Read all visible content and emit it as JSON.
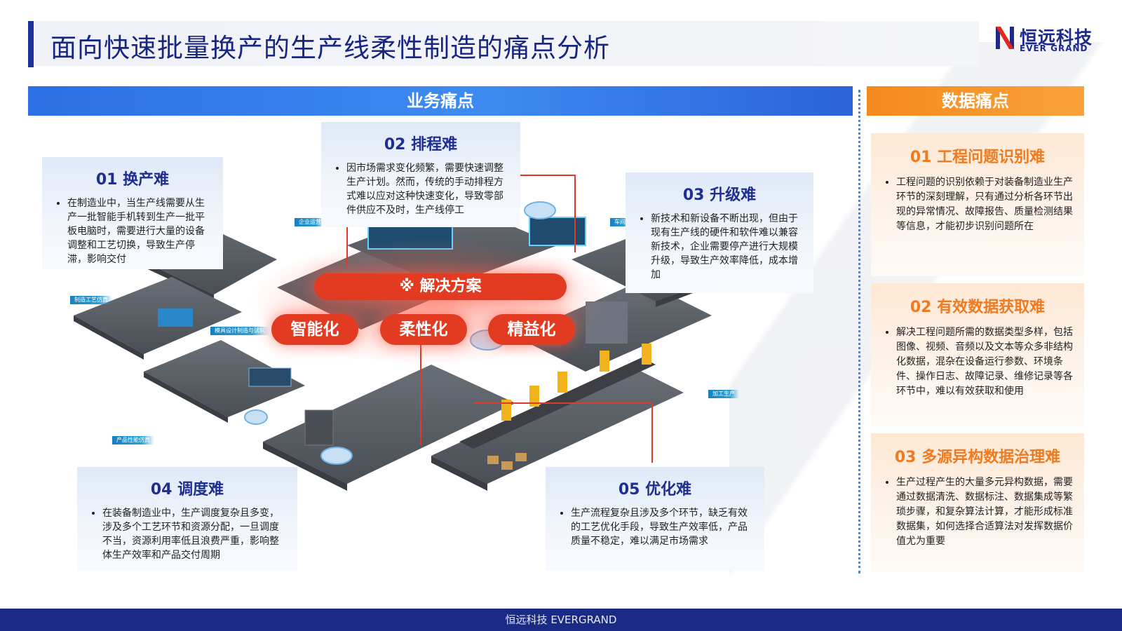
{
  "title": "面向快速批量换产的生产线柔性制造的痛点分析",
  "logo": {
    "cn": "恒远科技",
    "en": "EVER GRAND"
  },
  "sections": {
    "business": "业务痛点",
    "data": "数据痛点"
  },
  "business_cards": [
    {
      "title": "01 换产难",
      "text": "在制造业中，当生产线需要从生产一批智能手机转到生产一批平板电脑时，需要进行大量的设备调整和工艺切换，导致生产停滞，影响交付"
    },
    {
      "title": "02 排程难",
      "text": "因市场需求变化频繁，需要快速调整生产计划。然而，传统的手动排程方式难以应对这种快速变化，导致零部件供应不及时，生产线停工"
    },
    {
      "title": "03 升级难",
      "text": "新技术和新设备不断出现，但由于现有生产线的硬件和软件难以兼容新技术，企业需要停产进行大规模升级，导致生产效率降低，成本增加"
    },
    {
      "title": "04 调度难",
      "text": "在装备制造业中，生产调度复杂且多变，涉及多个工艺环节和资源分配，一旦调度不当，资源利用率低且浪费严重，影响整体生产效率和产品交付周期"
    },
    {
      "title": "05 优化难",
      "text": "生产流程复杂且涉及多个环节，缺乏有效的工艺优化手段，导致生产效率低，产品质量不稳定，难以满足市场需求"
    }
  ],
  "data_cards": [
    {
      "title": "01 工程问题识别难",
      "text": "工程问题的识别依赖于对装备制造业生产环节的深刻理解，只有通过分析各环节出现的异常情况、故障报告、质量检测结果等信息，才能初步识别问题所在"
    },
    {
      "title": "02 有效数据获取难",
      "text": "解决工程问题所需的数据类型多样，包括图像、视频、音频以及文本等众多非结构化数据，混杂在设备运行参数、环境条件、操作日志、故障记录、维修记录等各环节中，难以有效获取和使用"
    },
    {
      "title": "03 多源异构数据治理难",
      "text": "生产过程产生的大量多元异构数据，需要通过数据清洗、数据标注、数据集成等繁琐步骤，和复杂算法计算，才能形成标准数据集，如何选择合适算法对发挥数据价值尤为重要"
    }
  ],
  "solution": {
    "main": "※ 解决方案",
    "items": [
      "智能化",
      "柔性化",
      "精益化"
    ]
  },
  "scene_tags": [
    "企业运营",
    "车间",
    "制造工艺仿真",
    "模具设计制造与试制",
    "产品性能仿真",
    "加工生产"
  ],
  "footer": "恒远科技  EVERGRAND",
  "colors": {
    "title": "#17267f",
    "biz_header": "#2c6fe6",
    "data_header": "#f58a1d",
    "solution": "#e23b22",
    "footer": "#1b2b85"
  }
}
